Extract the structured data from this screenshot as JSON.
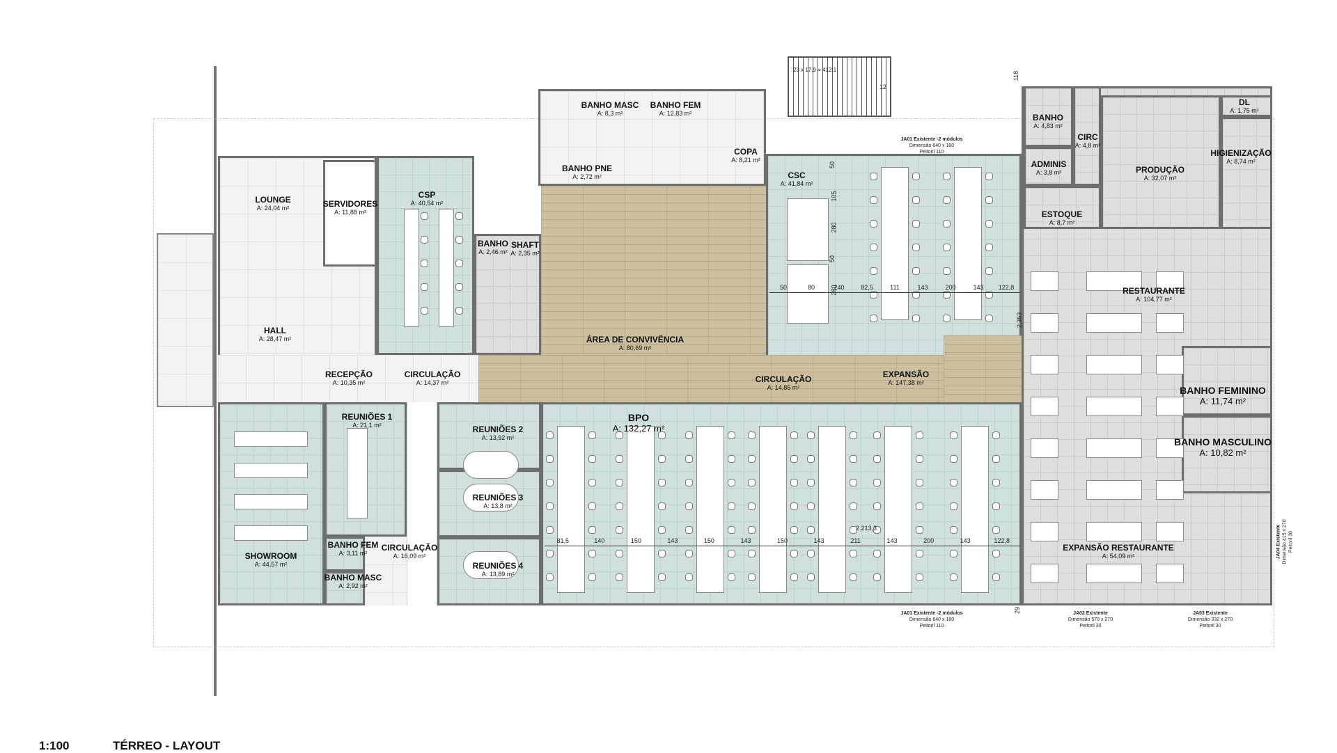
{
  "title": {
    "scale": "1:100",
    "name": "TÉRREO - LAYOUT"
  },
  "colors": {
    "office_floor": "#cfe0de",
    "service_floor": "#dedede",
    "wood_floor": "#cbbf9f",
    "walls": "#6e6e6e"
  },
  "rooms": {
    "lounge": {
      "name": "LOUNGE",
      "area": "A: 24,04 m²"
    },
    "hall": {
      "name": "HALL",
      "area": "A: 28,47 m²"
    },
    "servidores": {
      "name": "SERVIDORES",
      "area": "A: 11,88 m²"
    },
    "csp": {
      "name": "CSP",
      "area": "A: 40,54 m²"
    },
    "banho": {
      "name": "BANHO",
      "area": "A: 2,46 m²"
    },
    "shaft": {
      "name": "SHAFT",
      "area": "A: 2,35 m²"
    },
    "banho_masc": {
      "name": "BANHO MASC",
      "area": "A: 8,3 m²"
    },
    "banho_fem": {
      "name": "BANHO FEM",
      "area": "A: 12,83 m²"
    },
    "banho_pne": {
      "name": "BANHO PNE",
      "area": "A: 2,72 m²"
    },
    "copa": {
      "name": "COPA",
      "area": "A: 8,21 m²"
    },
    "convivencia": {
      "name": "ÁREA DE CONVIVÊNCIA",
      "area": "A: 80,69 m²"
    },
    "csc": {
      "name": "CSC",
      "area": "A: 41,84 m²"
    },
    "recepcao": {
      "name": "RECEPÇÃO",
      "area": "A: 10,35 m²"
    },
    "circulacao_1": {
      "name": "CIRCULAÇÃO",
      "area": "A: 14,37 m²"
    },
    "circulacao_2": {
      "name": "CIRCULAÇÃO",
      "area": "A: 14,85 m²"
    },
    "expansao": {
      "name": "EXPANSÃO",
      "area": "A: 147,38 m²"
    },
    "showroom": {
      "name": "SHOWROOM",
      "area": "A: 44,57 m²"
    },
    "reunioes_1": {
      "name": "REUNIÕES 1",
      "area": "A: 21,1 m²"
    },
    "reunioes_2": {
      "name": "REUNIÕES 2",
      "area": "A: 13,92 m²"
    },
    "reunioes_3": {
      "name": "REUNIÕES 3",
      "area": "A: 13,8 m²"
    },
    "reunioes_4": {
      "name": "REUNIÕES 4",
      "area": "A: 13,89 m²"
    },
    "banho_fem_2": {
      "name": "BANHO FEM",
      "area": "A: 3,11 m²"
    },
    "banho_masc_2": {
      "name": "BANHO MASC",
      "area": "A: 2,92 m²"
    },
    "circulacao_3": {
      "name": "CIRCULAÇÃO",
      "area": "A: 16,09 m²"
    },
    "bpo": {
      "name": "BPO",
      "area": "A: 132,27 m²"
    },
    "banho_r": {
      "name": "BANHO",
      "area": "A: 4,83 m²"
    },
    "circ_r": {
      "name": "CIRC",
      "area": "A: 4,8 m²"
    },
    "adminis": {
      "name": "ADMINIS",
      "area": "A: 3,8 m²"
    },
    "estoque": {
      "name": "ESTOQUE",
      "area": "A: 8,7 m²"
    },
    "producao": {
      "name": "PRODUÇÃO",
      "area": "A: 32,07 m²"
    },
    "dl": {
      "name": "DL",
      "area": "A: 1,75 m²"
    },
    "higienizacao": {
      "name": "HIGIENIZAÇÃO",
      "area": "A: 8,74 m²"
    },
    "restaurante": {
      "name": "RESTAURANTE",
      "area": "A: 104,77 m²"
    },
    "banho_feminino": {
      "name": "BANHO FEMININO",
      "area": "A: 11,74 m²"
    },
    "banho_masculino": {
      "name": "BANHO MASCULINO",
      "area": "A: 10,82 m²"
    },
    "expansao_restaurante": {
      "name": "EXPANSÃO RESTAURANTE",
      "area": "A: 54,09 m²"
    }
  },
  "dimensions": {
    "csc_row": [
      "50",
      "80",
      "240",
      "82,5",
      "111",
      "143",
      "200",
      "143",
      "122,8"
    ],
    "csc_col": [
      "50",
      "105",
      "280",
      "50",
      "280"
    ],
    "bpo_row": [
      "81,5",
      "140",
      "150",
      "143",
      "150",
      "143",
      "150",
      "143",
      "211",
      "143",
      "200",
      "143",
      "122,8"
    ],
    "misc": {
      "d2363": "2,363",
      "d2213": "2.213,3",
      "d118": "118",
      "d29": "29",
      "stair_count": "12",
      "stair_formula": "23 x 17,9 = 412,1"
    }
  },
  "windows": {
    "ja01_top": {
      "code": "JA01 Existente -2 módulos",
      "dim": "Dimensão 640 x 180",
      "sill": "Peitoril 110"
    },
    "ja01_bottom": {
      "code": "JA01 Existente -2 módulos",
      "dim": "Dimensão 640 x 180",
      "sill": "Peitoril 110"
    },
    "ja02": {
      "code": "JA02 Existente",
      "dim": "Dimensão 570 x 270",
      "sill": "Peitoril 30"
    },
    "ja03": {
      "code": "JA03 Existente",
      "dim": "Dimensão 332 x 270",
      "sill": "Peitoril 30"
    },
    "ja04": {
      "code": "JA04 Existente",
      "dim": "Dimensão 415 x 270",
      "sill": "Peitoril 30"
    }
  }
}
